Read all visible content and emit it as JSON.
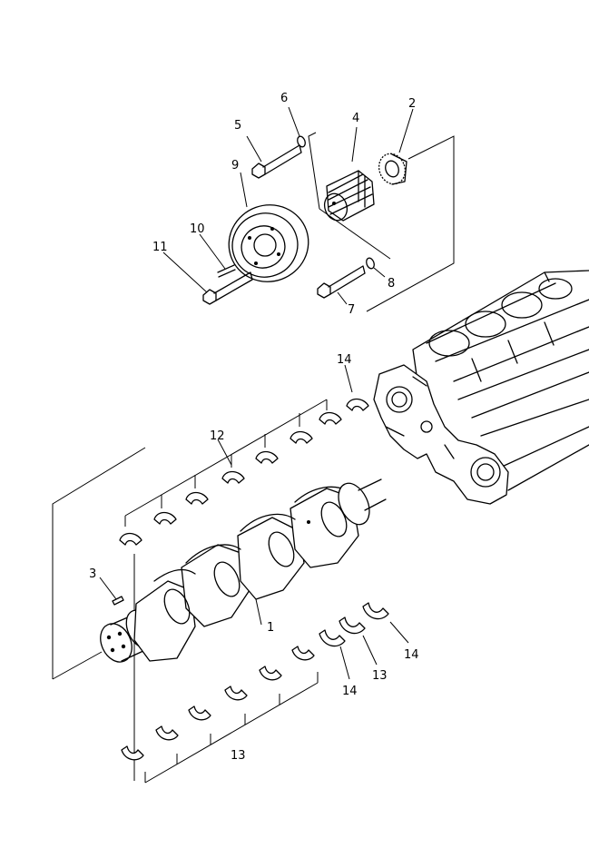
{
  "callouts": {
    "c1": "1",
    "c2": "2",
    "c3": "3",
    "c4": "4",
    "c5": "5",
    "c6": "6",
    "c7": "7",
    "c8": "8",
    "c9": "9",
    "c10": "10",
    "c11": "11",
    "c12": "12",
    "c13a": "13",
    "c13b": "13",
    "c14a": "14",
    "c14b": "14",
    "c14c": "14"
  }
}
